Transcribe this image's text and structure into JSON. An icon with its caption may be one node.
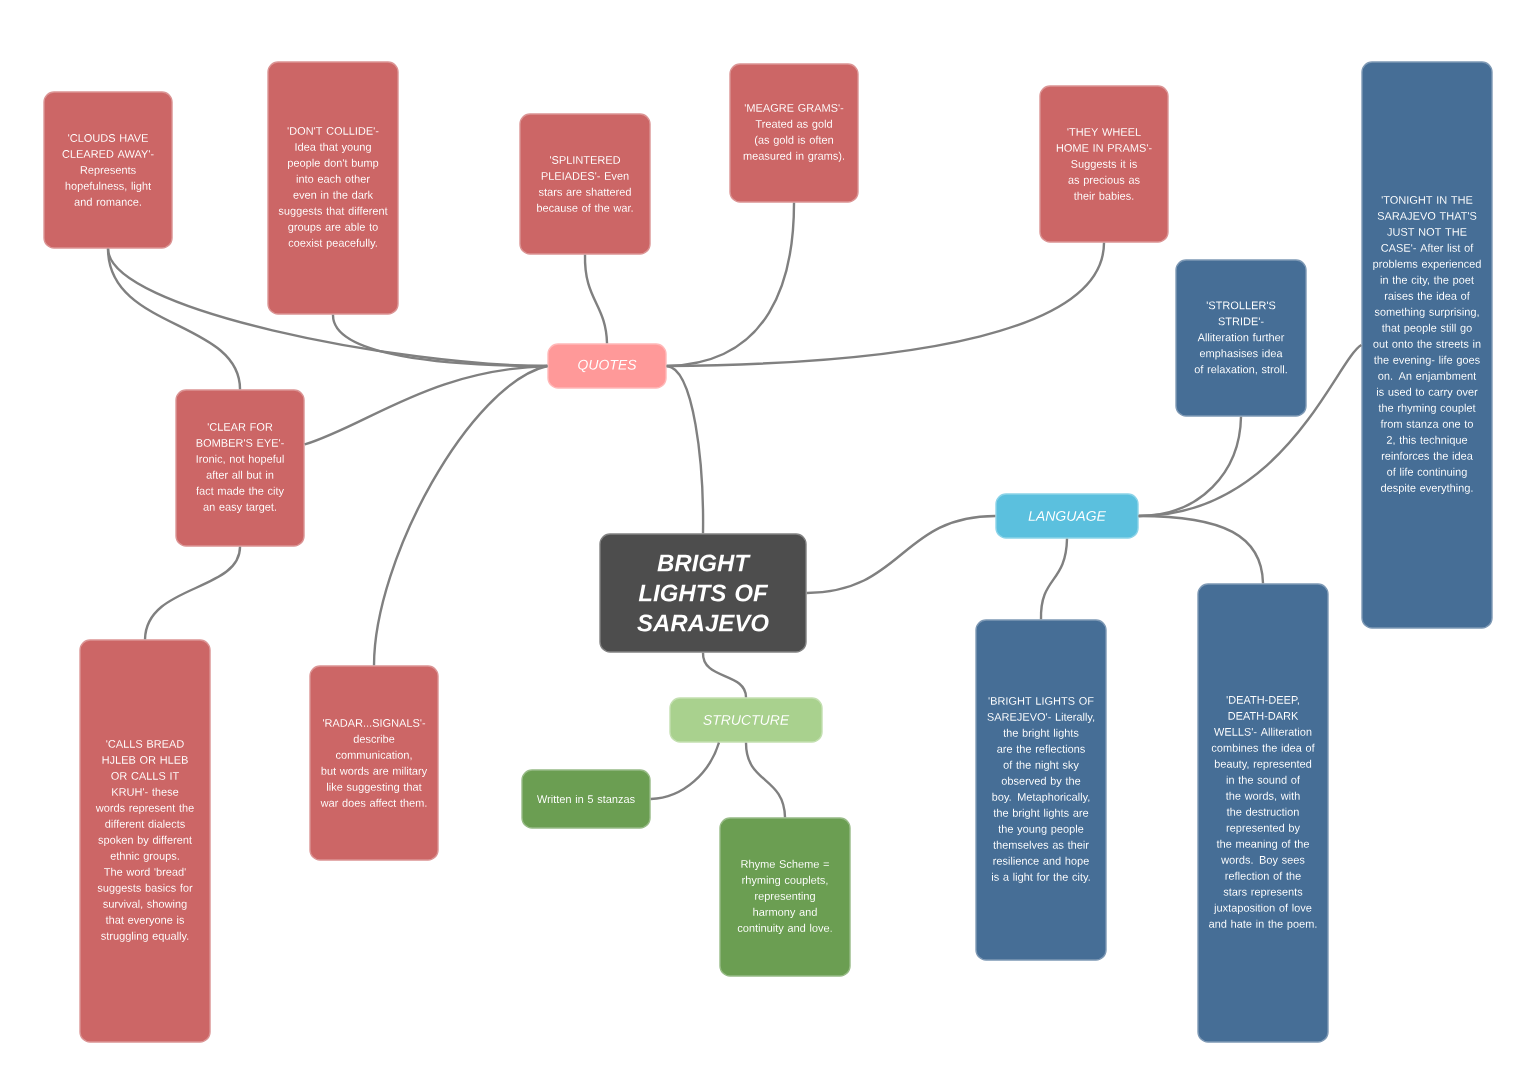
{
  "diagram": {
    "nodes": [
      {
        "text": [
          "BRIGHT LIGHTS OF SARAJEVO"
        ]
      },
      {
        "text": [
          "QUOTES"
        ]
      },
      {
        "text": [
          "LANGUAGE"
        ]
      },
      {
        "text": [
          "STRUCTURE"
        ]
      },
      {
        "text": [
          "'CLOUDS HAVE CLEARED AWAY'- Represents hopefulness, light and romance."
        ]
      },
      {
        "text": [
          "'DON'T COLLIDE'- Idea that young people don't bump into each other even in the dark suggests that different groups are able to coexist peacefully."
        ]
      },
      {
        "text": [
          "'SPLINTERED PLEIADES'- Even stars are shattered because of the war."
        ]
      },
      {
        "text": [
          "'MEAGRE GRAMS'- Treated as gold (as gold is often measured in grams)."
        ]
      },
      {
        "text": [
          "'THEY WHEEL HOME IN PRAMS'- Suggests it is as precious as their babies."
        ]
      },
      {
        "text": [
          "'CLEAR FOR BOMBER'S EYE'- Ironic, not hopeful after all but in fact made the city an easy target."
        ]
      },
      {
        "text": [
          "'CALLS BREAD HJLEB OR HLEB OR CALLS IT KRUH'- these words represent the different dialects spoken by different ethnic groups. The word 'bread' suggests basics for survival, showing that everyone is struggling equally."
        ]
      },
      {
        "text": [
          "'RADAR...SIGNALS'- describe communication, but words are military like suggesting that war does affect them."
        ]
      },
      {
        "text": [
          "'STROLLER'S STRIDE'- Alliteration further emphasises idea of relaxation, stroll."
        ]
      },
      {
        "text": [
          "'TONIGHT IN THE SARAJEVO THAT'S JUST NOT THE CASE'- After list of problems experienced in the city, the poet raises the idea of something surprising, that people still go out onto the streets in the evening- life goes on. An enjambment is used to carry over the rhyming couplet from stanza one to 2, this technique reinforces the idea of life continuing despite everything."
        ]
      },
      {
        "text": [
          "'BRIGHT LIGHTS OF SAREJEVO'- Literally, the bright lights are the reflections of the night sky observed by the boy. Metaphorically, the bright lights are the young people themselves as their resilience and hope is a light for the city."
        ]
      },
      {
        "text": [
          "'DEATH-DEEP, DEATH-DARK WELLS'- Alliteration combines the idea of beauty, represented in the sound of the words, with the destruction represented by the meaning of the words. Boy sees reflection of the stars represents juxtaposition of love and hate in the poem."
        ]
      },
      {
        "text": [
          "Written in 5 stanzas"
        ]
      },
      {
        "text": [
          "Rhyme Scheme = rhyming couplets, representing harmony and continuity and love."
        ]
      }
    ],
    "edges": [
      {
        "from": 0,
        "to": 1,
        "arrow": "none"
      },
      {
        "from": 0,
        "to": 2,
        "arrow": "none"
      },
      {
        "from": 0,
        "to": 3,
        "arrow": "none"
      },
      {
        "from": 1,
        "to": 4,
        "arrow": "none"
      },
      {
        "from": 1,
        "to": 5,
        "arrow": "none"
      },
      {
        "from": 1,
        "to": 6,
        "arrow": "none"
      },
      {
        "from": 1,
        "to": 7,
        "arrow": "none"
      },
      {
        "from": 1,
        "to": 8,
        "arrow": "none"
      },
      {
        "from": 1,
        "to": 9,
        "arrow": "none"
      },
      {
        "from": 4,
        "to": 9,
        "arrow": "none"
      },
      {
        "from": 9,
        "to": 10,
        "arrow": "none"
      },
      {
        "from": 1,
        "to": 11,
        "arrow": "none"
      },
      {
        "from": 2,
        "to": 12,
        "arrow": "none"
      },
      {
        "from": 2,
        "to": 13,
        "arrow": "none"
      },
      {
        "from": 2,
        "to": 14,
        "arrow": "none"
      },
      {
        "from": 2,
        "to": 15,
        "arrow": "none"
      },
      {
        "from": 3,
        "to": 16,
        "arrow": "none"
      },
      {
        "from": 3,
        "to": 17,
        "arrow": "none"
      }
    ]
  }
}
